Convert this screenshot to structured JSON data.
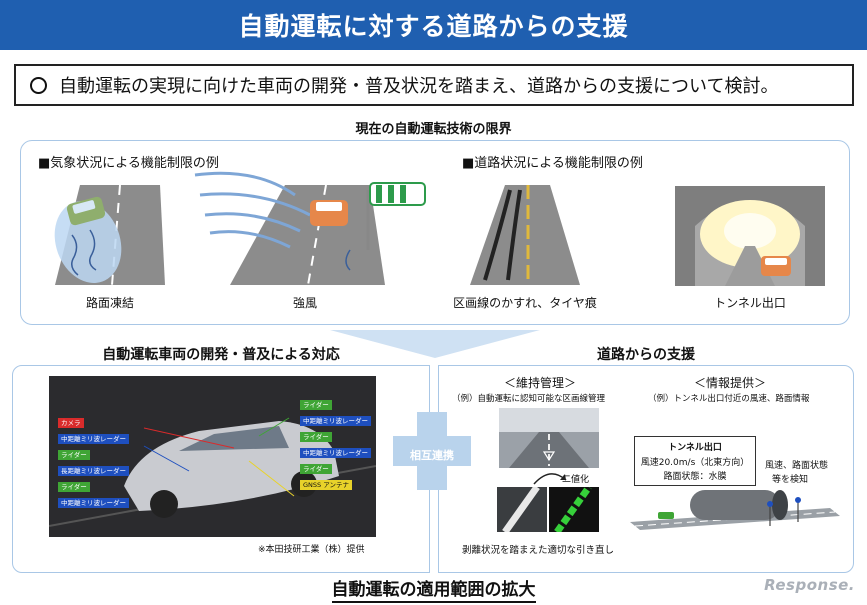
{
  "header": {
    "title": "自動運転に対する道路からの支援"
  },
  "summary": {
    "text": "自動運転の実現に向けた車両の開発・普及状況を踏まえ、道路からの支援について検討。"
  },
  "limits": {
    "heading": "現在の自動運転技術の限界",
    "weather": {
      "heading": "■気象状況による機能制限の例",
      "items": [
        "路面凍結",
        "強風"
      ]
    },
    "road": {
      "heading": "■道路状況による機能制限の例",
      "items": [
        "区画線のかすれ、タイヤ痕",
        "トンネル出口"
      ]
    }
  },
  "vehicle": {
    "heading": "自動運転車両の開発・普及による対応",
    "sensors_left": [
      {
        "label": "カメラ",
        "color": "red"
      },
      {
        "label": "中距離ミリ波レーダー",
        "color": "blue"
      },
      {
        "label": "ライダー",
        "color": "green"
      },
      {
        "label": "長距離ミリ波レーダー",
        "color": "blue"
      },
      {
        "label": "ライダー",
        "color": "green"
      },
      {
        "label": "中距離ミリ波レーダー",
        "color": "blue"
      }
    ],
    "sensors_right": [
      {
        "label": "ライダー",
        "color": "green"
      },
      {
        "label": "中距離ミリ波レーダー",
        "color": "blue"
      },
      {
        "label": "ライダー",
        "color": "green"
      },
      {
        "label": "中距離ミリ波レーダー",
        "color": "blue"
      },
      {
        "label": "ライダー",
        "color": "green"
      },
      {
        "label": "GNSS アンテナ",
        "color": "yellow"
      }
    ],
    "credit": "※本田技研工業（株）提供"
  },
  "mutual": {
    "label": "相互連携"
  },
  "road_support": {
    "heading": "道路からの支援",
    "maintenance": {
      "title": "＜維持管理＞",
      "example": "（例）自動運転に認知可能な区画線管理",
      "binarize": "二値化",
      "caption": "剥離状況を踏まえた適切な引き直し"
    },
    "info": {
      "title": "＜情報提供＞",
      "example": "（例）トンネル出口付近の風速、路面情報",
      "sign_title": "トンネル出口",
      "sign_line1": "風速20.0m/s（北東方向）",
      "sign_line2": "路面状態：水膜",
      "detect_line1": "風速、路面状態",
      "detect_line2": "等を検知"
    }
  },
  "footer": {
    "title": "自動運転の適用範囲の拡大",
    "logo": "Response."
  }
}
